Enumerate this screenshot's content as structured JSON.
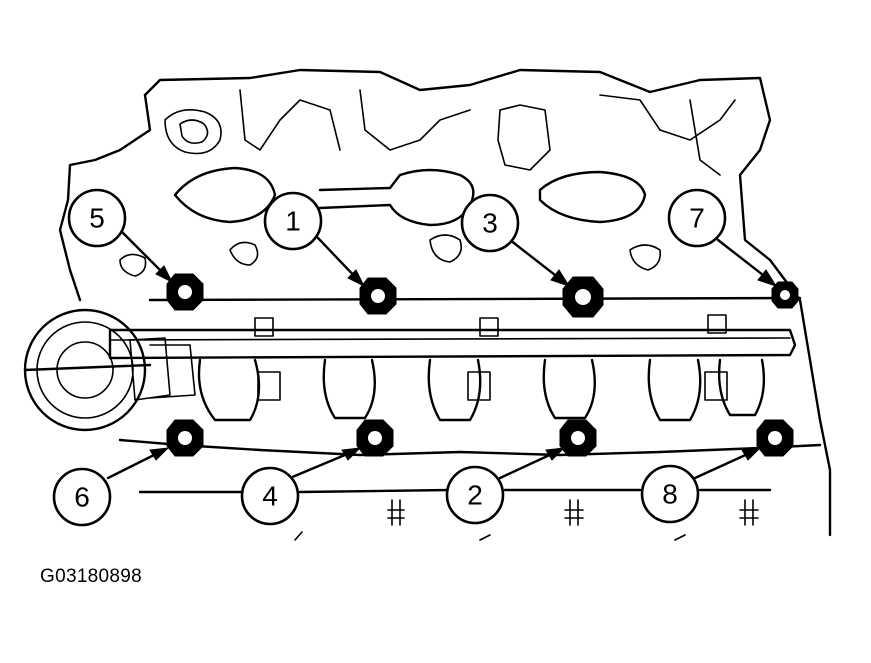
{
  "figure_id": "G03180898",
  "callouts": [
    {
      "id": "callout-1",
      "label": "1"
    },
    {
      "id": "callout-2",
      "label": "2"
    },
    {
      "id": "callout-3",
      "label": "3"
    },
    {
      "id": "callout-4",
      "label": "4"
    },
    {
      "id": "callout-5",
      "label": "5"
    },
    {
      "id": "callout-6",
      "label": "6"
    },
    {
      "id": "callout-7",
      "label": "7"
    },
    {
      "id": "callout-8",
      "label": "8"
    }
  ],
  "colors": {
    "ink": "#000000",
    "paper": "#ffffff"
  }
}
